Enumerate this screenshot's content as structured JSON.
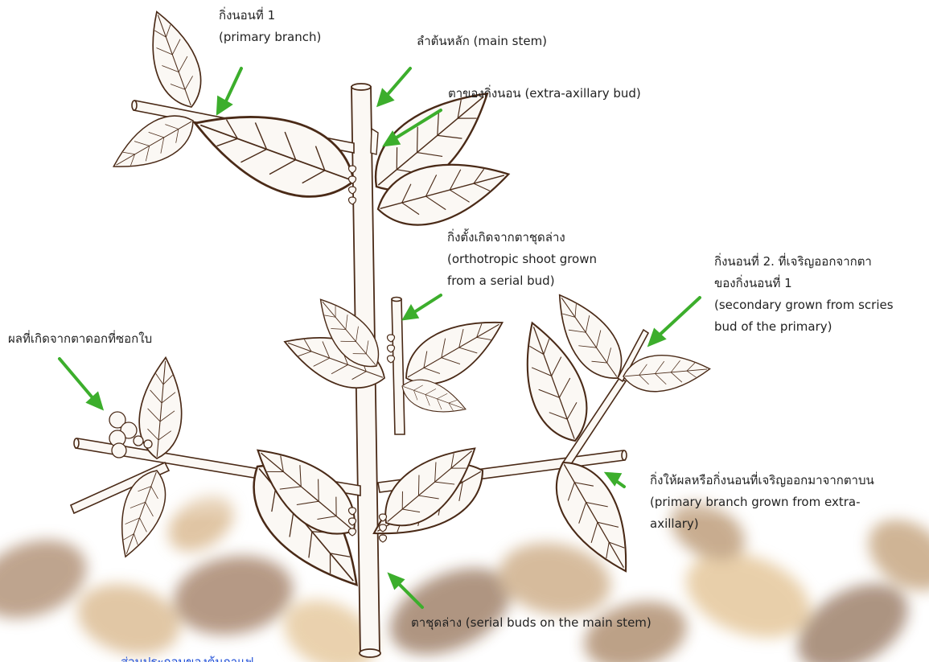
{
  "labels": {
    "primary_branch": {
      "lines": [
        "กิ่งนอนที่ 1",
        "(primary branch)"
      ]
    },
    "main_stem": {
      "lines": [
        "ลำต้นหลัก  (main stem)"
      ]
    },
    "extra_axillary_bud": {
      "lines": [
        "ตาของกิ่งนอน (extra-axillary bud)"
      ]
    },
    "orthotropic_shoot": {
      "lines": [
        "กิ่งตั้งเกิดจากตาชุดล่าง",
        "(orthotropic shoot grown",
        "from a serial bud)"
      ]
    },
    "secondary_branch": {
      "lines": [
        "กิ่งนอนที่ 2. ที่เจริญออกจากตา",
        "ของกิ่งนอนที่ 1",
        "(secondary grown from scries",
        "bud of the primary)"
      ]
    },
    "fruit": {
      "lines": [
        "ผลที่เกิดจากตาดอกที่ซอกใบ"
      ]
    },
    "fruiting_branch": {
      "lines": [
        "กิ่งให้ผลหรือกิ่งนอนที่เจริญออกมาจากตาบน",
        " (primary branch grown from extra-",
        "axillary)"
      ]
    },
    "serial_buds": {
      "lines": [
        "ตาชุดล่าง  (serial buds on the main stem)"
      ]
    }
  },
  "cut_off_text": "ส่วนประกอบของต้นกาแฟ",
  "colors": {
    "arrow": "#3cae2c",
    "outline": "#4a2a17",
    "leaf_fill": "#fbf8f4",
    "bean_dark": "#7a4a25",
    "bean_light": "#c79a62",
    "cut_text": "#1f4fd8"
  }
}
